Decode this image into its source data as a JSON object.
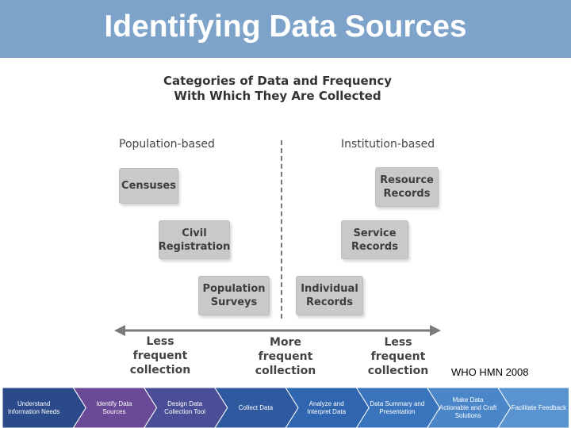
{
  "slide": {
    "title": "Identifying Data Sources",
    "source_note": "WHO HMN 2008"
  },
  "figure": {
    "title_line1": "Categories of Data and Frequency",
    "title_line2": "With Which They Are Collected",
    "left_heading": "Population-based",
    "right_heading": "Institution-based",
    "cards": {
      "censuses": "Censuses",
      "civil_registration": "Civil\nRegistration",
      "population_surveys": "Population\nSurveys",
      "resource_records": "Resource\nRecords",
      "service_records": "Service\nRecords",
      "individual_records": "Individual\nRecords"
    },
    "axis": {
      "left": "Less\nfrequent\ncollection",
      "center": "More\nfrequent\ncollection",
      "right": "Less\nfrequent\ncollection"
    }
  },
  "process_steps": [
    {
      "label": "Understand Information Needs",
      "color": "#2b4a8a"
    },
    {
      "label": "Identify Data Sources",
      "color": "#6a4a96"
    },
    {
      "label": "Design Data Collection Tool",
      "color": "#4a4e96"
    },
    {
      "label": "Collect Data",
      "color": "#2f5aa0"
    },
    {
      "label": "Analyze and Interpret Data",
      "color": "#3066b0"
    },
    {
      "label": "Data Summary and Presentation",
      "color": "#3a74bc"
    },
    {
      "label": "Make Data Actionable and Craft Solutions",
      "color": "#4a86c8"
    },
    {
      "label": "Facilitate Feedback",
      "color": "#5a94d0"
    }
  ]
}
